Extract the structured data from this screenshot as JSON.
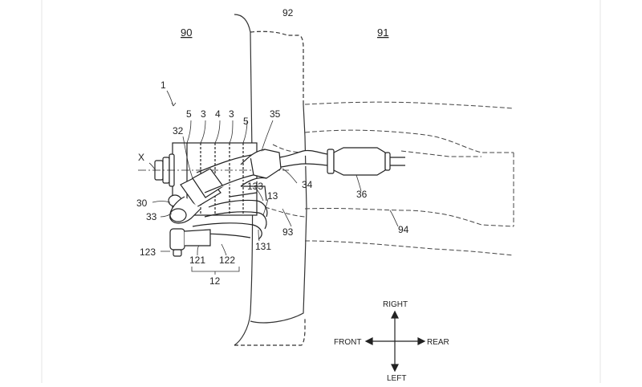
{
  "region_labels": {
    "front_area": "90",
    "rear_area": "91",
    "dash_panel": "92"
  },
  "part_labels": {
    "l1": "1",
    "l5a": "5",
    "l3a": "3",
    "l4": "4",
    "l3b": "3",
    "l5b": "5",
    "l35": "35",
    "l32": "32",
    "lx": "X",
    "l30": "30",
    "l33": "33",
    "l133": "133",
    "l13": "13",
    "l34": "34",
    "l36": "36",
    "l94": "94",
    "l93": "93",
    "l131": "131",
    "l123": "123",
    "l121": "121",
    "l122": "122",
    "l12": "12"
  },
  "directions": {
    "right": "RIGHT",
    "left": "LEFT",
    "front": "FRONT",
    "rear": "REAR"
  }
}
